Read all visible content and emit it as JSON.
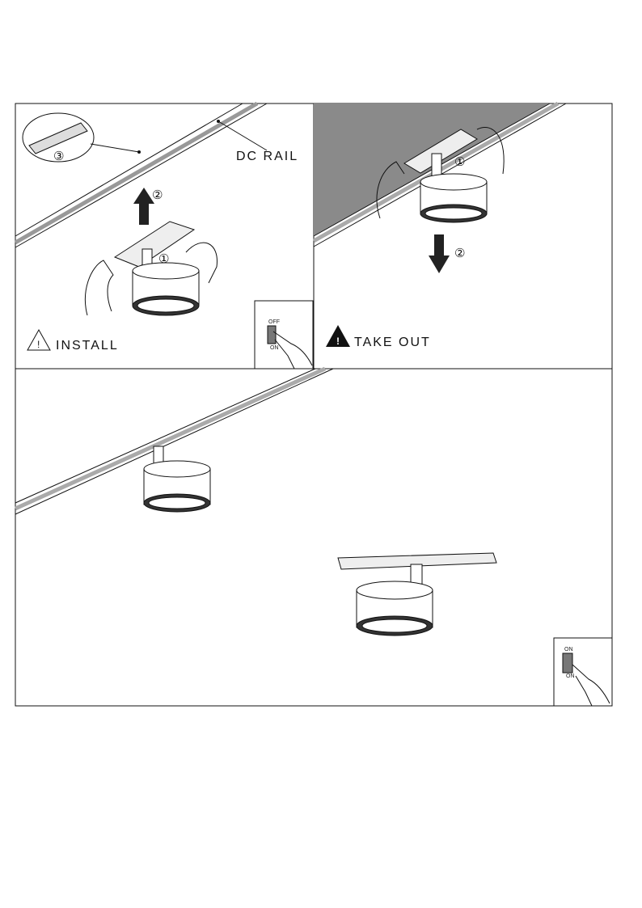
{
  "panels": {
    "install": {
      "title": "INSTALL",
      "rail_label": "DC RAIL",
      "steps": [
        "①",
        "②",
        "③"
      ],
      "switch": {
        "top_label": "OFF",
        "bottom_label": "ON"
      }
    },
    "take_out": {
      "title": "TAKE OUT",
      "steps": [
        "①",
        "②"
      ]
    },
    "bottom": {
      "switch": {
        "top_label": "ON",
        "bottom_label": "ON"
      }
    }
  },
  "colors": {
    "line": "#111111",
    "shade": "#8a8a8a",
    "rail": "#b0b0b0"
  }
}
